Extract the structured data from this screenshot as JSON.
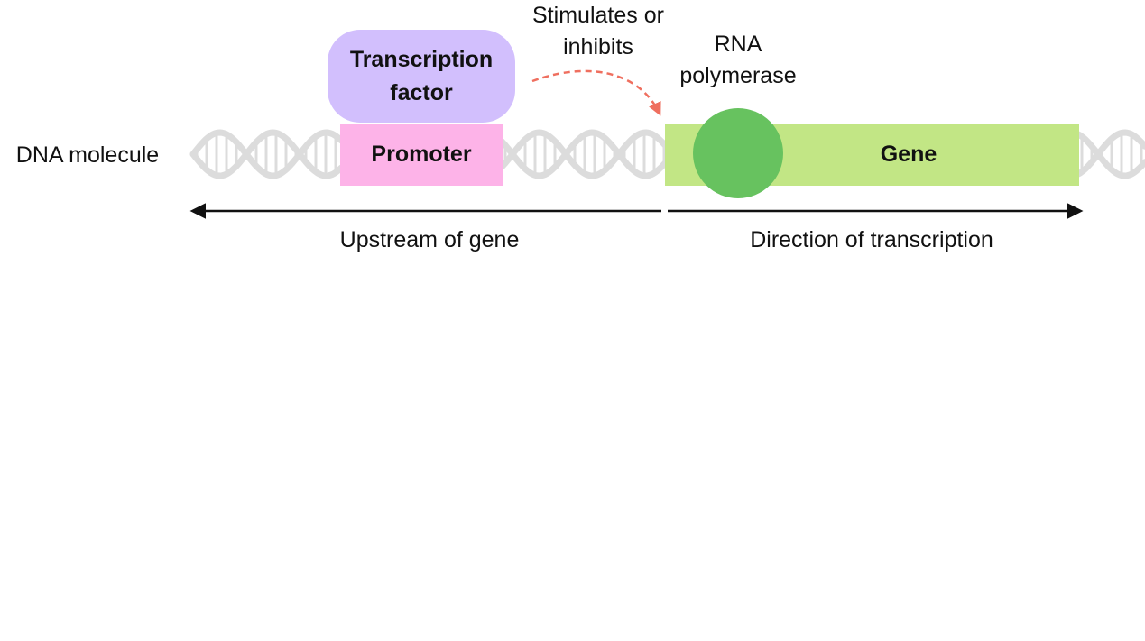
{
  "labels": {
    "dna_molecule": "DNA molecule",
    "stimulates_inhibits": [
      "Stimulates or",
      "inhibits"
    ],
    "rna_polymerase": [
      "RNA",
      "polymerase"
    ],
    "upstream": "Upstream of gene",
    "direction": "Direction of transcription"
  },
  "boxes": {
    "transcription_factor": [
      "Transcription",
      "factor"
    ],
    "promoter": "Promoter",
    "gene": "Gene"
  },
  "colors": {
    "transcription_factor": "#d2bffd",
    "promoter": "#fdb3e8",
    "gene": "#c2e685",
    "rna_polymerase": "#67c25f",
    "regulation_arrow": "#ef6f5f",
    "dna_helix": "#dcdcdc",
    "axis_arrows": "#111111"
  }
}
